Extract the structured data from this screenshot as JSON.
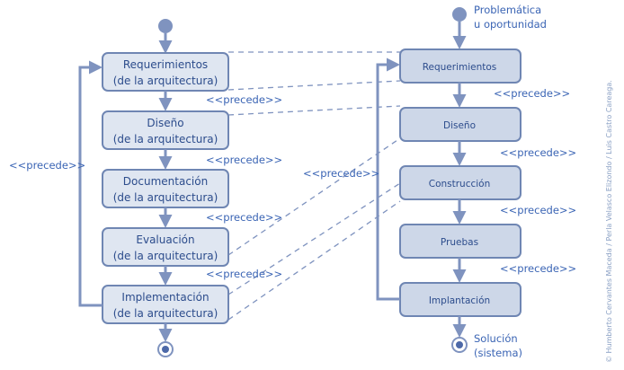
{
  "left_process": {
    "steps": [
      {
        "line1": "Requerimientos",
        "line2": "(de la arquitectura)"
      },
      {
        "line1": "Diseño",
        "line2": "(de la arquitectura)"
      },
      {
        "line1": "Documentación",
        "line2": "(de la arquitectura)"
      },
      {
        "line1": "Evaluación",
        "line2": "(de la arquitectura)"
      },
      {
        "line1": "Implementación",
        "line2": "(de la arquitectura)"
      }
    ],
    "loop_label": "<<precede>>"
  },
  "right_process": {
    "start_line1": "Problemática",
    "start_line2": "u oportunidad",
    "steps": [
      "Requerimientos",
      "Diseño",
      "Construcción",
      "Pruebas",
      "Implantación"
    ],
    "end_line1": "Solución",
    "end_line2": "(sistema)"
  },
  "precede_labels": {
    "left_1": "<<precede>>",
    "left_2": "<<precede>>",
    "left_3": "<<precede>>",
    "left_4": "<<precede>>",
    "middle": "<<precede>>",
    "right_1": "<<precede>>",
    "right_2": "<<precede>>",
    "right_3": "<<precede>>",
    "right_4": "<<precede>>"
  },
  "credit": "© Humberto Cervantes Maceda / Perla Velasco Elizondo / Luis Castro Careaga."
}
